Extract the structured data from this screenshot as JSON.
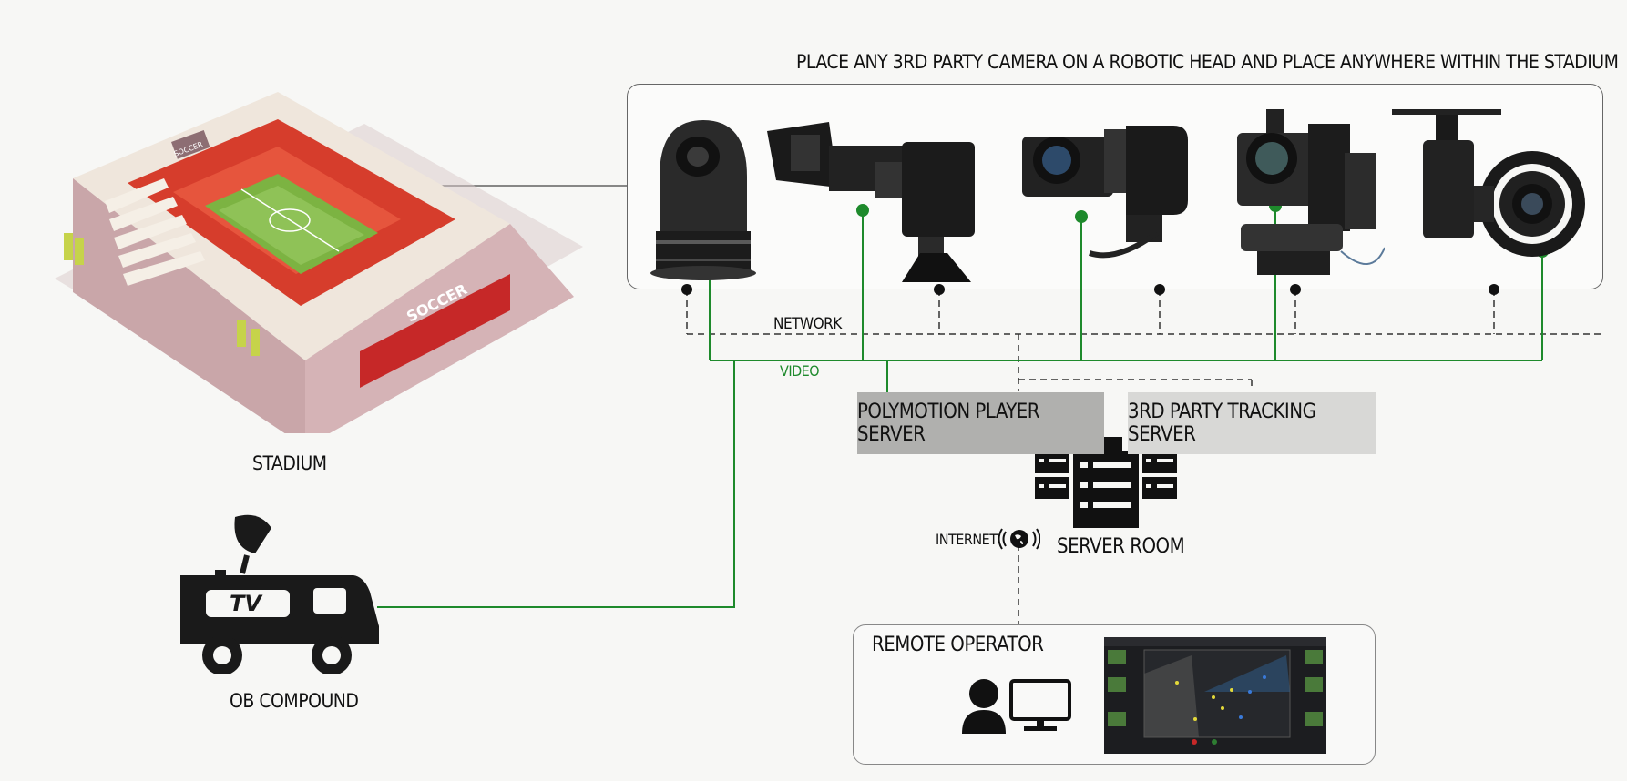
{
  "title": "PLACE ANY 3RD PARTY CAMERA ON A ROBOTIC HEAD AND PLACE ANYWHERE WITHIN THE STADIUM",
  "labels": {
    "stadium": "STADIUM",
    "ob_compound": "OB COMPOUND",
    "network": "NETWORK",
    "video": "VIDEO",
    "internet": "INTERNET",
    "server_room": "SERVER ROOM",
    "remote_operator": "REMOTE OPERATOR"
  },
  "stadium_signs": {
    "top": "SOCCER",
    "side": "SOCCER"
  },
  "truck_sign": "TV",
  "servers": {
    "polymotion": "POLYMOTION PLAYER SERVER",
    "tracking": "3RD PARTY TRACKING SERVER"
  },
  "cameras": [
    {
      "icon": "robotic-dome-camera-icon"
    },
    {
      "icon": "broadcast-camera-icon"
    },
    {
      "icon": "studio-camera-icon"
    },
    {
      "icon": "cinema-camera-robotic-head-icon"
    },
    {
      "icon": "gimbal-camera-icon"
    }
  ],
  "colors": {
    "network_line": "#333333",
    "video_line": "#1e8a2c",
    "polymotion_box": "#b0b0ae",
    "tracking_box": "#d8d8d6",
    "video_text": "#1e8a2c"
  }
}
